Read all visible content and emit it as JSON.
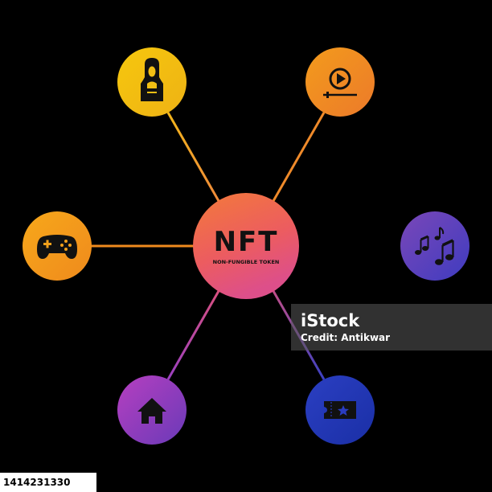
{
  "center": {
    "title": "NFT",
    "subtitle": "NON-FUNGIBLE TOKEN"
  },
  "nodes": [
    {
      "id": "art",
      "icon": "mona-lisa-icon"
    },
    {
      "id": "video",
      "icon": "video-play-icon"
    },
    {
      "id": "game",
      "icon": "gamepad-icon"
    },
    {
      "id": "music",
      "icon": "music-notes-icon"
    },
    {
      "id": "property",
      "icon": "house-icon"
    },
    {
      "id": "ticket",
      "icon": "ticket-star-icon"
    }
  ],
  "colors": {
    "background": "#000000",
    "yellow": "#f1be12",
    "orange": "#f08a1e",
    "purple": "#5a3bb5",
    "blue": "#1f3fb0",
    "icon": "#111111"
  },
  "watermark": {
    "logo": "iStock",
    "credit": "Credit: Antikwar"
  },
  "image_id": "1414231330"
}
